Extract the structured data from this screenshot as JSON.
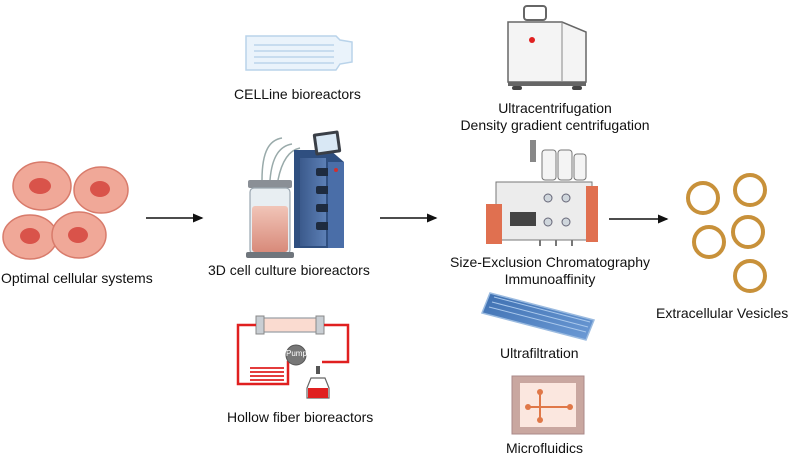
{
  "diagram": {
    "stages": {
      "cells": {
        "label": "Optimal cellular systems"
      },
      "bioreactors": {
        "celline": {
          "label": "CELLine bioreactors"
        },
        "culture3d": {
          "label": "3D cell culture bioreactors"
        },
        "hollow_fiber": {
          "label": "Hollow fiber bioreactors",
          "pump_label": "Pump"
        }
      },
      "isolation": {
        "ultracentrifugation": {
          "line1": "Ultracentrifugation",
          "line2": "Density gradient centrifugation"
        },
        "chromatography": {
          "line1": "Size-Exclusion Chromatography",
          "line2": "Immunoaffinity"
        },
        "ultrafiltration": {
          "label": "Ultrafiltration"
        },
        "microfluidics": {
          "label": "Microfluidics"
        }
      },
      "vesicles": {
        "label": "Extracellular Vesicles"
      }
    },
    "colors": {
      "cell_fill": "#f0a898",
      "cell_nucleus": "#d9534a",
      "vesicle_ring": "#c8913a",
      "tubing": "#e02020",
      "arrow": "#111111"
    },
    "icons": [
      "cells-icon",
      "flask-icon",
      "bioreactor-icon",
      "hollow-fiber-icon",
      "centrifuge-icon",
      "chromatography-icon",
      "ultrafiltration-icon",
      "microfluidics-icon",
      "vesicle-icon"
    ]
  }
}
